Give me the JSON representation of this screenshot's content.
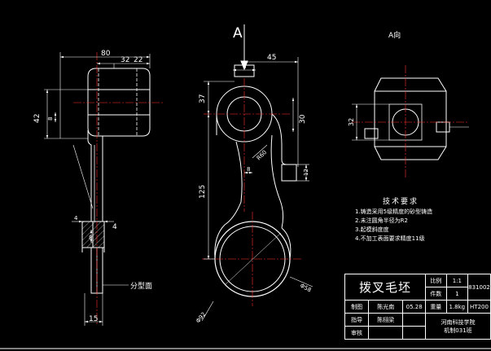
{
  "drawing": {
    "view_a_arrow_label": "A",
    "view_a_label": "A向",
    "parting_label": "分型面",
    "dims": {
      "d80": "80",
      "d32": "32",
      "d22": "22",
      "d42": "42",
      "d8": "8",
      "d4a": "4",
      "d4b": "4",
      "d8b": "8",
      "d15": "15",
      "d45": "45",
      "d37": "37",
      "d30": "30",
      "d125": "125",
      "d12": "12",
      "dR60": "R60",
      "dphi58": "Φ58",
      "dphi92": "Φ92",
      "d32r": "32"
    }
  },
  "notes": {
    "title": "技术要求",
    "items": [
      "1.铸造采用5级精度的砂型铸造",
      "2.未注圆角半径为R2",
      "3.起模斜度度",
      "4.不加工表面要求精度11级"
    ]
  },
  "title_block": {
    "part_name": "拨叉毛坯",
    "scale_label": "比例",
    "scale_value": "1:1",
    "drawing_no": "831002",
    "qty_label": "件数",
    "qty_value": "1",
    "drawn_label": "制图",
    "drawn_name": "陈光南",
    "drawn_date": "05.28",
    "weight_label": "重量",
    "weight_value": "1.8kg",
    "material": "HT200",
    "guide_label": "指导",
    "guide_name": "陈栩梁",
    "review_label": "审核",
    "school": "河南科技学院",
    "class": "机制031班"
  }
}
